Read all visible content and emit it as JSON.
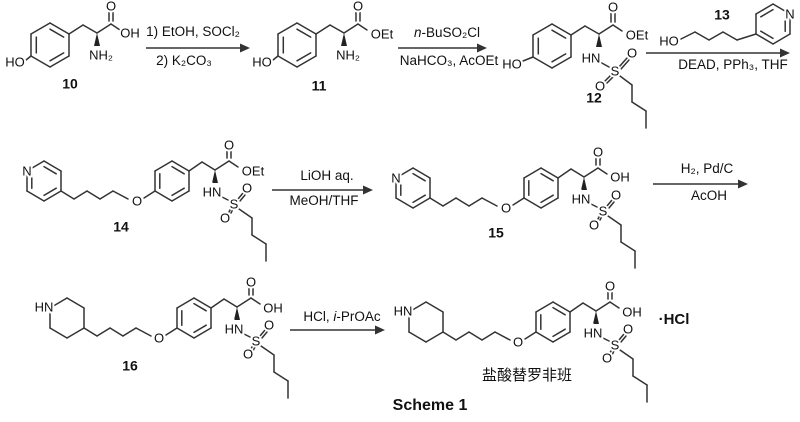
{
  "scheme": {
    "caption": "Scheme 1",
    "product_name": "盐酸替罗非班",
    "salt": "·HCl"
  },
  "molecules": {
    "m10": {
      "label": "10",
      "ho": "HO",
      "o": "O",
      "oh": "OH",
      "nh2": "NH₂"
    },
    "m11": {
      "label": "11",
      "ho": "HO",
      "o": "O",
      "oet": "OEt",
      "nh2": "NH₂"
    },
    "m12": {
      "label": "12",
      "ho": "HO",
      "o": "O",
      "oet": "OEt",
      "hn": "HN",
      "s": "S",
      "so1": "O",
      "so2": "O"
    },
    "m13": {
      "label": "13",
      "ho": "HO",
      "n": "N"
    },
    "m14": {
      "label": "14",
      "n": "N",
      "o_ether": "O",
      "o": "O",
      "oet": "OEt",
      "hn": "HN",
      "s": "S",
      "so1": "O",
      "so2": "O"
    },
    "m15": {
      "label": "15",
      "n": "N",
      "o_ether": "O",
      "o": "O",
      "oh": "OH",
      "hn": "HN",
      "s": "S",
      "so1": "O",
      "so2": "O"
    },
    "m16": {
      "label": "16",
      "hn_ring": "HN",
      "o_ether": "O",
      "o": "O",
      "oh": "OH",
      "hn": "HN",
      "s": "S",
      "so1": "O",
      "so2": "O"
    },
    "m17": {
      "hn_ring": "HN",
      "o_ether": "O",
      "o": "O",
      "oh": "OH",
      "hn": "HN",
      "s": "S",
      "so1": "O",
      "so2": "O"
    }
  },
  "reagents": {
    "step1_above": [
      {
        "t": "1) EtOH, SOCl₂"
      }
    ],
    "step1_below": [
      {
        "t": "2) K₂CO₃"
      }
    ],
    "step2_above": [
      {
        "t": "n",
        "i": true
      },
      {
        "t": "-BuSO₂Cl"
      }
    ],
    "step2_below": [
      {
        "t": "NaHCO₃, AcOEt"
      }
    ],
    "step3_below": [
      {
        "t": "DEAD, PPh₃, THF"
      }
    ],
    "step4_above": [
      {
        "t": "LiOH aq."
      }
    ],
    "step4_below": [
      {
        "t": "MeOH/THF"
      }
    ],
    "step5_above": [
      {
        "t": "H₂, Pd/C"
      }
    ],
    "step5_below": [
      {
        "t": "AcOH"
      }
    ],
    "step6_above": [
      {
        "t": "HCl, "
      },
      {
        "t": "i",
        "i": true
      },
      {
        "t": "-PrOAc"
      }
    ]
  }
}
